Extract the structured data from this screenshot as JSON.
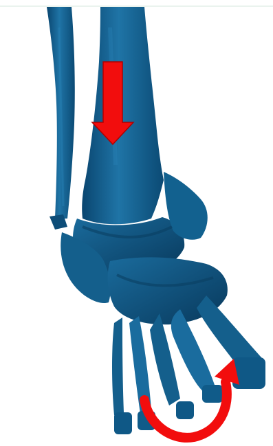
{
  "image": {
    "subject": "bone-model-ankle-foot",
    "colors": {
      "bone": "#0e5a86",
      "bone_dark": "#083b5e",
      "bone_light": "#2f86b8",
      "arrow": "#f20d0d",
      "background": "#ffffff"
    },
    "annotations": [
      {
        "type": "arrow-down",
        "meaning": "axial-load"
      },
      {
        "type": "arrow-rotation",
        "meaning": "rotation"
      }
    ]
  }
}
